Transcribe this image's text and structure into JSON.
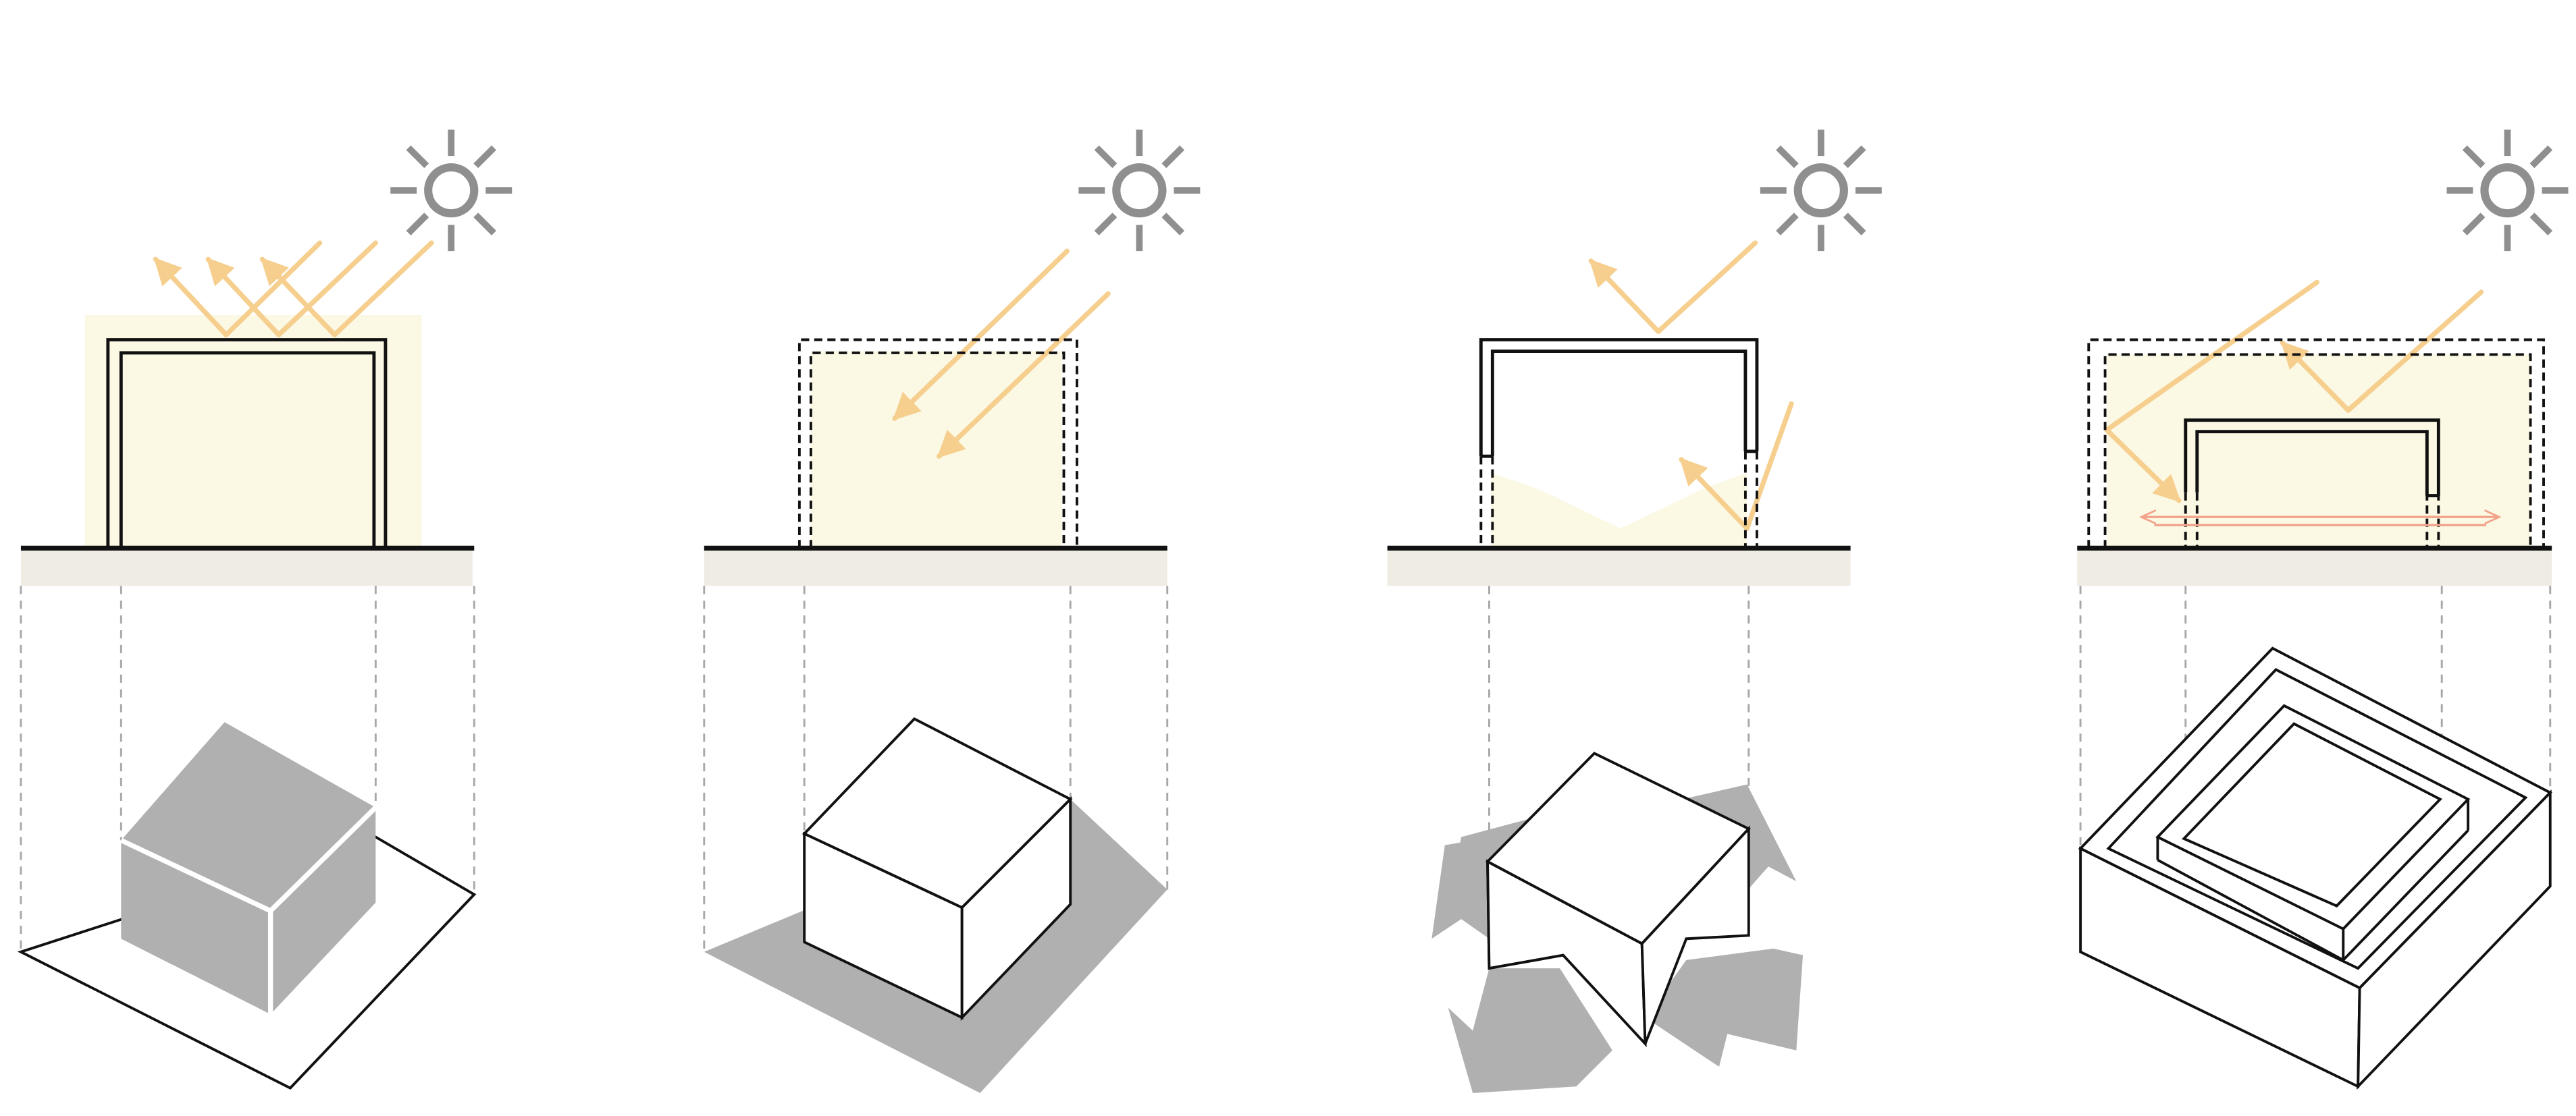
{
  "colors": {
    "background": "#ffffff",
    "sun": "#8f8f8f",
    "light_ray": "#f6cf8e",
    "light_glow": "#fbf8e4",
    "ground": "#efece3",
    "outline": "#111111",
    "projection_line": "#a8a8a8",
    "shadow": "#b0b0b0",
    "airflow_arrow": "#f2a48b"
  },
  "panels": [
    {
      "id": "panel-1",
      "icons": [
        "sun-icon",
        "reflected-light-icon",
        "solid-box-section",
        "grey-volume-on-plate"
      ]
    },
    {
      "id": "panel-2",
      "icons": [
        "sun-icon",
        "transmitted-light-icon",
        "dashed-box-section",
        "white-volume-with-shadow"
      ]
    },
    {
      "id": "panel-3",
      "icons": [
        "sun-icon",
        "reflected-light-icon",
        "open-bottom-section",
        "lifted-volume-with-outward-arrows"
      ]
    },
    {
      "id": "panel-4",
      "icons": [
        "sun-icon",
        "layered-light-icon",
        "nested-section",
        "nested-boxes-volume",
        "horizontal-airflow-icon"
      ]
    }
  ]
}
